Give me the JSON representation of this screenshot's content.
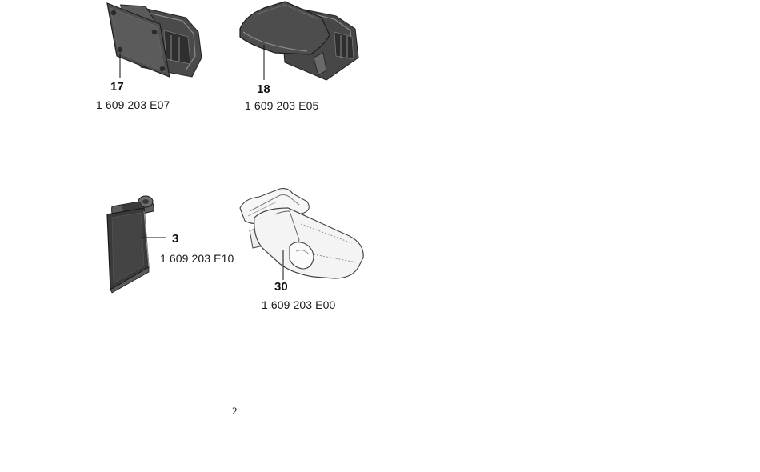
{
  "parts": [
    {
      "number": "17",
      "code": "1 609 203 E07",
      "illustration": "battery-adapter-with-cover-plate"
    },
    {
      "number": "18",
      "code": "1 609 203 E05",
      "illustration": "battery-adapter-with-lid"
    },
    {
      "number": "3",
      "code": "1 609 203 E10",
      "illustration": "battery-compartment-cover"
    },
    {
      "number": "30",
      "code": "1 609 203 E00",
      "illustration": "protective-pouch-with-strap"
    }
  ],
  "page_number": "2",
  "colors": {
    "dark_part": "#3a3a3a",
    "mid_part": "#5c5c5c",
    "light_outline": "#555555",
    "pouch_fill": "#f4f4f4",
    "text": "#1a1a1a"
  }
}
